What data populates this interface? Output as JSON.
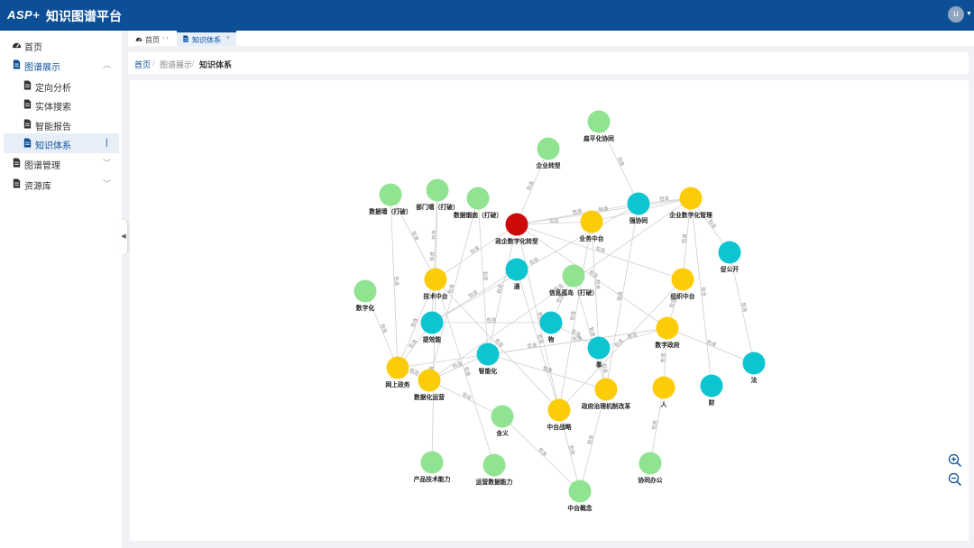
{
  "header": {
    "logo": "ASP+",
    "title": "知识图谱平台",
    "avatar_letter": "u",
    "colors": {
      "bar": "#0c4f96"
    }
  },
  "sidebar": {
    "items": [
      {
        "label": "首页",
        "icon": "dashboard-icon",
        "level": 1
      },
      {
        "label": "图谱展示",
        "icon": "document-icon",
        "level": 1,
        "expanded": true
      },
      {
        "label": "定向分析",
        "icon": "document-icon",
        "level": 2
      },
      {
        "label": "实体搜索",
        "icon": "document-icon",
        "level": 2
      },
      {
        "label": "智能报告",
        "icon": "document-icon",
        "level": 2
      },
      {
        "label": "知识体系",
        "icon": "document-icon",
        "level": 2,
        "active": true
      },
      {
        "label": "图谱管理",
        "icon": "document-icon",
        "level": 1
      },
      {
        "label": "资源库",
        "icon": "document-icon",
        "level": 1
      }
    ],
    "active_marker": "|"
  },
  "tabs": [
    {
      "label": "首页",
      "icon": "dashboard-icon",
      "active": false
    },
    {
      "label": "知识体系",
      "icon": "document-icon",
      "active": true,
      "closable": true
    }
  ],
  "breadcrumb": {
    "items": [
      "首页",
      "图谱展示",
      "知识体系"
    ],
    "separator": "/"
  },
  "graph": {
    "edge_label": "包含",
    "colors": {
      "green": "#90e390",
      "cyan": "#0cc5d0",
      "yellow": "#fdcc08",
      "red": "#cc0a0a"
    },
    "nodes": [
      {
        "id": "n1",
        "label": "扁平化协同",
        "color": "green"
      },
      {
        "id": "n2",
        "label": "企业转型",
        "color": "green"
      },
      {
        "id": "n3",
        "label": "数据墙（打破）",
        "color": "green"
      },
      {
        "id": "n4",
        "label": "部门墙（打破）",
        "color": "green"
      },
      {
        "id": "n5",
        "label": "数据烟囱（打破）",
        "color": "green"
      },
      {
        "id": "n6",
        "label": "政企数字化转型",
        "color": "red"
      },
      {
        "id": "n7",
        "label": "业务中台",
        "color": "yellow"
      },
      {
        "id": "n8",
        "label": "强协同",
        "color": "cyan"
      },
      {
        "id": "n9",
        "label": "企业数字化管理",
        "color": "yellow"
      },
      {
        "id": "n10",
        "label": "促公开",
        "color": "cyan"
      },
      {
        "id": "n11",
        "label": "技术中台",
        "color": "yellow"
      },
      {
        "id": "n12",
        "label": "通",
        "color": "cyan"
      },
      {
        "id": "n13",
        "label": "信息孤岛（打破）",
        "color": "green"
      },
      {
        "id": "n14",
        "label": "组织中台",
        "color": "yellow"
      },
      {
        "id": "n15",
        "label": "数字化",
        "color": "green"
      },
      {
        "id": "n16",
        "label": "提效能",
        "color": "cyan"
      },
      {
        "id": "n17",
        "label": "物",
        "color": "cyan"
      },
      {
        "id": "n18",
        "label": "数字政府",
        "color": "yellow"
      },
      {
        "id": "n19",
        "label": "事",
        "color": "cyan"
      },
      {
        "id": "n20",
        "label": "智能化",
        "color": "cyan"
      },
      {
        "id": "n21",
        "label": "网上政务",
        "color": "yellow"
      },
      {
        "id": "n22",
        "label": "数据化运营",
        "color": "yellow"
      },
      {
        "id": "n23",
        "label": "法",
        "color": "cyan"
      },
      {
        "id": "n24",
        "label": "政府治理机制改革",
        "color": "yellow"
      },
      {
        "id": "n25",
        "label": "人",
        "color": "yellow"
      },
      {
        "id": "n26",
        "label": "财",
        "color": "cyan"
      },
      {
        "id": "n27",
        "label": "含义",
        "color": "green"
      },
      {
        "id": "n28",
        "label": "中台战略",
        "color": "yellow"
      },
      {
        "id": "n29",
        "label": "产品技术能力",
        "color": "green"
      },
      {
        "id": "n30",
        "label": "运营数据能力",
        "color": "green"
      },
      {
        "id": "n31",
        "label": "协同办公",
        "color": "green"
      },
      {
        "id": "n32",
        "label": "中台概念",
        "color": "green"
      }
    ],
    "edges": [
      [
        "n1",
        "n8"
      ],
      [
        "n2",
        "n6"
      ],
      [
        "n6",
        "n7"
      ],
      [
        "n6",
        "n8"
      ],
      [
        "n6",
        "n9"
      ],
      [
        "n6",
        "n11"
      ],
      [
        "n6",
        "n14"
      ],
      [
        "n6",
        "n18"
      ],
      [
        "n6",
        "n28"
      ],
      [
        "n6",
        "n20"
      ],
      [
        "n7",
        "n9"
      ],
      [
        "n7",
        "n28"
      ],
      [
        "n7",
        "n19"
      ],
      [
        "n8",
        "n9"
      ],
      [
        "n8",
        "n16"
      ],
      [
        "n8",
        "n24"
      ],
      [
        "n9",
        "n14"
      ],
      [
        "n9",
        "n10"
      ],
      [
        "n9",
        "n26"
      ],
      [
        "n9",
        "n22"
      ],
      [
        "n3",
        "n11"
      ],
      [
        "n3",
        "n21"
      ],
      [
        "n4",
        "n11"
      ],
      [
        "n4",
        "n16"
      ],
      [
        "n5",
        "n22"
      ],
      [
        "n5",
        "n20"
      ],
      [
        "n11",
        "n28"
      ],
      [
        "n11",
        "n29"
      ],
      [
        "n11",
        "n30"
      ],
      [
        "n12",
        "n16"
      ],
      [
        "n12",
        "n28"
      ],
      [
        "n13",
        "n24"
      ],
      [
        "n13",
        "n17"
      ],
      [
        "n14",
        "n28"
      ],
      [
        "n14",
        "n18"
      ],
      [
        "n15",
        "n21"
      ],
      [
        "n16",
        "n21"
      ],
      [
        "n16",
        "n17"
      ],
      [
        "n17",
        "n19"
      ],
      [
        "n18",
        "n19"
      ],
      [
        "n18",
        "n20"
      ],
      [
        "n18",
        "n25"
      ],
      [
        "n18",
        "n23"
      ],
      [
        "n18",
        "n21"
      ],
      [
        "n19",
        "n24"
      ],
      [
        "n20",
        "n22"
      ],
      [
        "n20",
        "n24"
      ],
      [
        "n21",
        "n22"
      ],
      [
        "n22",
        "n27"
      ],
      [
        "n24",
        "n32"
      ],
      [
        "n25",
        "n31"
      ],
      [
        "n10",
        "n23"
      ],
      [
        "n28",
        "n32"
      ],
      [
        "n27",
        "n32"
      ],
      [
        "n11",
        "n21"
      ]
    ]
  },
  "zoom": {
    "in_icon": "zoom-in-icon",
    "out_icon": "zoom-out-icon"
  }
}
